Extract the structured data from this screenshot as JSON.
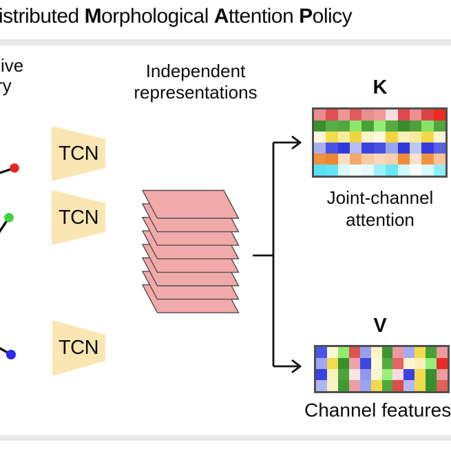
{
  "title": {
    "parts": [
      {
        "text": "istributed ",
        "bold": false
      },
      {
        "text": "M",
        "bold": true
      },
      {
        "text": "orphological ",
        "bold": false
      },
      {
        "text": "A",
        "bold": true
      },
      {
        "text": "ttention ",
        "bold": false
      },
      {
        "text": "P",
        "bold": true
      },
      {
        "text": "olicy",
        "bold": false
      }
    ]
  },
  "left_fragments": {
    "line1": "ive",
    "line2": "ry"
  },
  "sparklines": [
    {
      "name": "red-signal",
      "dot_color": "#e8251c"
    },
    {
      "name": "green-signal",
      "dot_color": "#3fd43a"
    },
    {
      "name": "blue-signal",
      "dot_color": "#2b2be8"
    }
  ],
  "tcn_blocks": [
    {
      "label": "TCN"
    },
    {
      "label": "TCN"
    },
    {
      "label": "TCN"
    }
  ],
  "independent_label": {
    "line1": "Independent",
    "line2": "representations"
  },
  "stack": {
    "layers": 8,
    "fill": "#f2a9a9",
    "stroke": "#4d4d4d"
  },
  "k_section": {
    "label": "K",
    "caption_line1": "Joint-channel",
    "caption_line2": "attention",
    "matrix": {
      "rows": 6,
      "cols": 11,
      "cells": [
        [
          "#e98b8b",
          "#e14f4f",
          "#ec9595",
          "#e25a5a",
          "#ea8f8f",
          "#ed9b9b",
          "#f7dee0",
          "#dc4a4a",
          "#ea9090",
          "#d94545",
          "#ef2b20"
        ],
        [
          "#3d8d2e",
          "#5bac46",
          "#55a73f",
          "#8be86a",
          "#47a237",
          "#95ec77",
          "#57ab41",
          "#3a8b2b",
          "#4fa03a",
          "#86e364",
          "#52a53e"
        ],
        [
          "#fcf6da",
          "#f4dc4b",
          "#f8ec9c",
          "#f0d33e",
          "#faf3c8",
          "#fdf8df",
          "#f1d542",
          "#faf0b9",
          "#f7eaa0",
          "#f2d84a",
          "#fbf4d0"
        ],
        [
          "#a9b0ef",
          "#4a52e3",
          "#3138db",
          "#b6bcf2",
          "#3a42de",
          "#4850e1",
          "#9ba4ed",
          "#2f37da",
          "#bfc5f4",
          "#343cdc",
          "#5a62e6"
        ],
        [
          "#ee8f3e",
          "#ec8733",
          "#fbdfc7",
          "#f1a96e",
          "#f8cba4",
          "#fad9bd",
          "#f9d0ae",
          "#ee8e3b",
          "#fbe2cc",
          "#ef9343",
          "#f7c49a"
        ],
        [
          "#59e1f6",
          "#63e5f7",
          "#dafafd",
          "#f4fdfe",
          "#e6fbfe",
          "#9ff0fa",
          "#68e7f8",
          "#d0f8fd",
          "#f9feff",
          "#d7f9fd",
          "#8fedf9"
        ]
      ]
    }
  },
  "v_section": {
    "label": "V",
    "caption": "Channel features",
    "matrix": {
      "rows": 4,
      "cols": 12,
      "cells": [
        [
          "#4a55e8",
          "#fcf8d5",
          "#8fec71",
          "#df5252",
          "#96a0f0",
          "#fcf4c8",
          "#3d9630",
          "#ee99a0",
          "#a3acf1",
          "#f3dc4a",
          "#46a237",
          "#ee9a9f"
        ],
        [
          "#9fa8f1",
          "#f3da4e",
          "#3a8f2d",
          "#f0a3aa",
          "#3a45e2",
          "#fdf9da",
          "#54ab40",
          "#e26464",
          "#fcf6d0",
          "#faf0bc",
          "#97ee7d",
          "#ea2b20"
        ],
        [
          "#3a43e1",
          "#fbf2bc",
          "#4aa438",
          "#fbe3e6",
          "#8e98ef",
          "#fcf6cf",
          "#98ef7a",
          "#fadce0",
          "#3a43e1",
          "#f3db4c",
          "#38902c",
          "#ee9aa0"
        ],
        [
          "#aeb6f3",
          "#fbf3c4",
          "#3f9a31",
          "#ee9ea5",
          "#9aa4f0",
          "#f2d94c",
          "#4ca93c",
          "#e04b4b",
          "#b3baf3",
          "#f2da50",
          "#37912b",
          "#e25f5a"
        ]
      ]
    }
  },
  "colors": {
    "tcn_fill": "#f9e6b2",
    "divider": "#e7e7e7",
    "line": "#111111"
  }
}
